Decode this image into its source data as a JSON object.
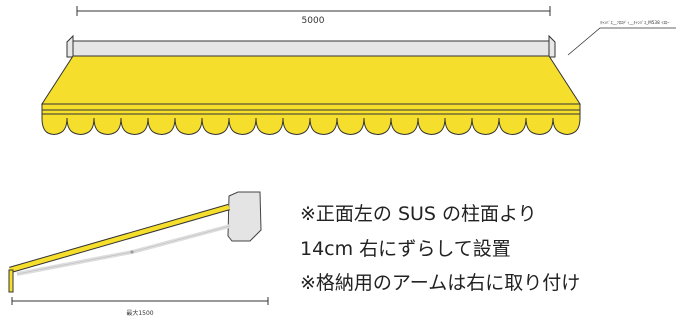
{
  "top_dimension": "5000",
  "leader_label": "ｷｬﾝﾊﾞｽ__ｿﾛｴﾃﾞｨ__ｷｬﾝﾊﾞｽ_M538 ｲｴﾛｰ",
  "side_dimension": "最大1500",
  "notes": [
    "※正面左の SUS の柱面より",
    "14cm 右にずらして設置",
    "※格納用のアームは右に取り付け"
  ],
  "colors": {
    "canvas_yellow": "#f5de2c",
    "frame_grey": "#e6e6e6",
    "outline": "#333333"
  }
}
